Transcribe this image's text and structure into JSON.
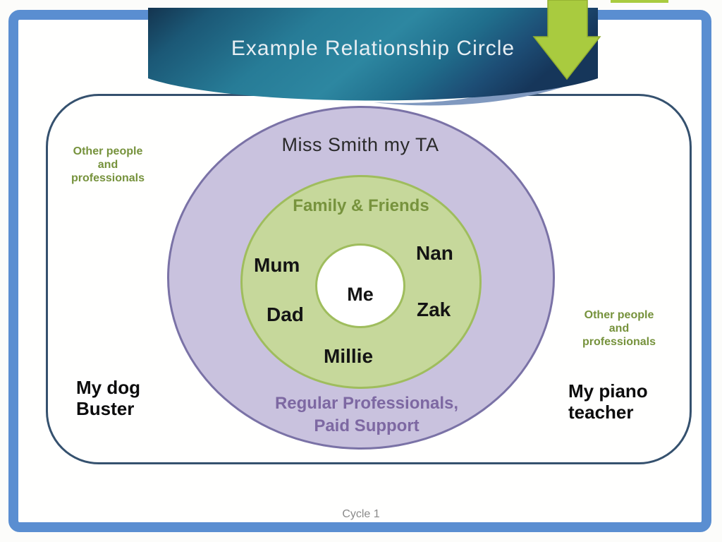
{
  "slide": {
    "title": "Example Relationship Circle",
    "footer": "Cycle 1"
  },
  "diagram": {
    "outer_ring": {
      "top_label": "Miss Smith my TA",
      "bottom_label_line1": "Regular Professionals,",
      "bottom_label_line2": "Paid Support"
    },
    "middle_ring": {
      "label": "Family & Friends",
      "mum": "Mum",
      "dad": "Dad",
      "nan": "Nan",
      "zak": "Zak",
      "millie": "Millie"
    },
    "center": {
      "label": "Me"
    },
    "outside": {
      "other_line1": "Other people",
      "other_line2": "and",
      "other_line3": "professionals",
      "dog_line1": "My dog",
      "dog_line2": "Buster",
      "piano_line1": "My piano",
      "piano_line2": "teacher"
    }
  },
  "colors": {
    "frame_blue": "#5a8ed1",
    "banner_teal": "#2d7d97",
    "banner_navy": "#16365a",
    "arrow_green": "#a9cb3f",
    "outer_ring_fill": "#c9c2de",
    "outer_ring_border": "#7a72a6",
    "middle_ring_fill": "#c6d89b",
    "middle_ring_border": "#9fbd5d",
    "olive_text": "#76923c",
    "purple_text": "#7d68a2",
    "footer_gray": "#8a8a8a"
  }
}
